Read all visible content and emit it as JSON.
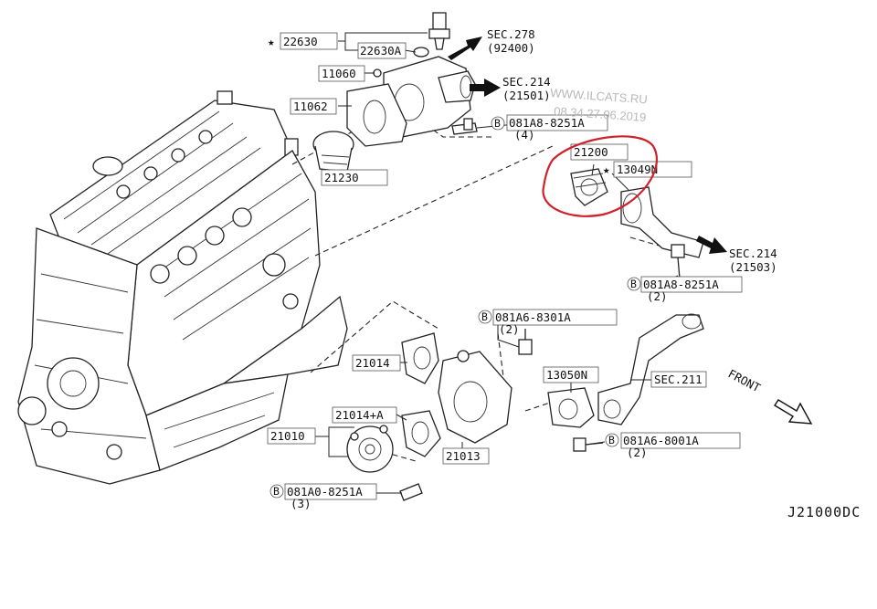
{
  "labels": {
    "p22630": "22630",
    "p22630a": "22630A",
    "sec278": "SEC.278",
    "sec278sub": "(92400)",
    "p11060": "11060",
    "sec214a": "SEC.214",
    "sec214asub": "(21501)",
    "p11062": "11062",
    "bolt1": "081A8-8251A",
    "bolt1qty": "(4)",
    "p21230": "21230",
    "p21200": "21200",
    "p13049n": "13049N",
    "sec214b": "SEC.214",
    "sec214bsub": "(21503)",
    "bolt2": "081A8-8251A",
    "bolt2qty": "(2)",
    "bolt3": "081A6-8301A",
    "bolt3qty": "(2)",
    "p21014": "21014",
    "p13050n": "13050N",
    "sec211": "SEC.211",
    "front": "FRONT",
    "p21014a": "21014+A",
    "p21010": "21010",
    "p21013": "21013",
    "bolt4": "081A6-8001A",
    "bolt4qty": "(2)",
    "bolt5": "081A0-8251A",
    "bolt5qty": "(3)",
    "diagram_code": "J21000DC",
    "bolt_marker": "B",
    "star": "★"
  },
  "watermark": {
    "site": "WWW.ILCATS.RU",
    "timestamp": "08.34 27.06.2019"
  },
  "colors": {
    "ink": "#111111",
    "highlight": "#d0202a",
    "watermark": "#b8b8b8"
  }
}
